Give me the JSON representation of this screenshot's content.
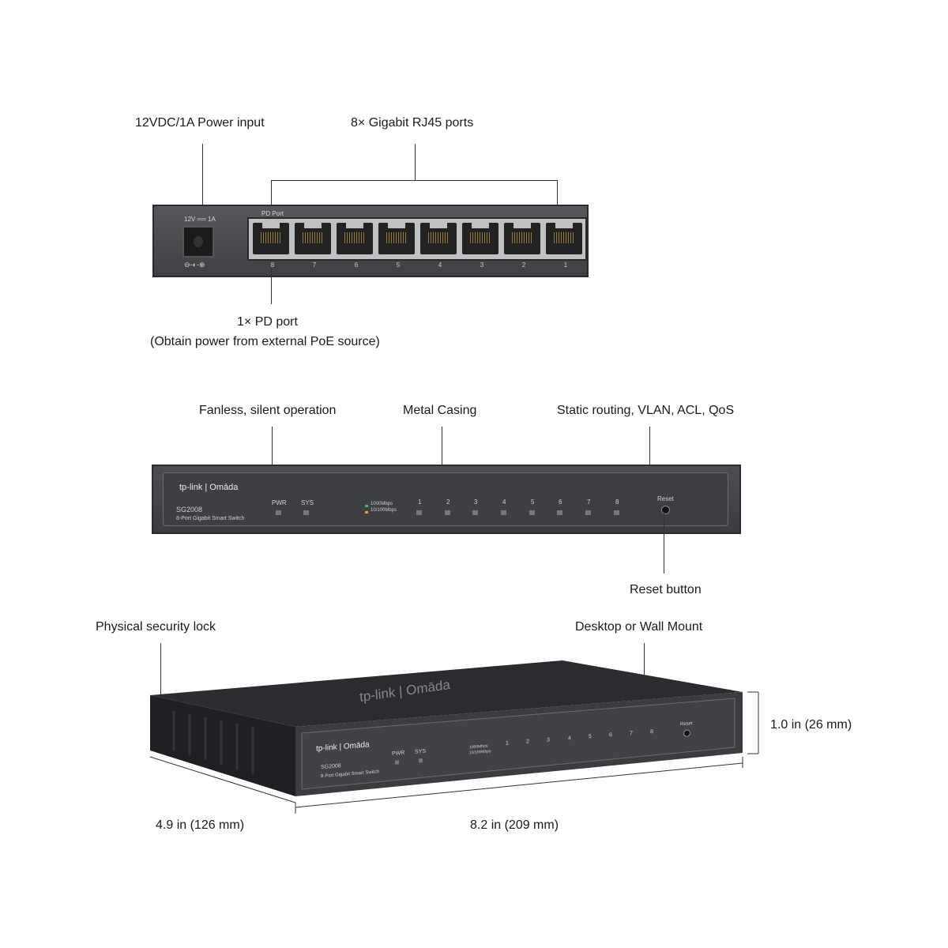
{
  "rear_view": {
    "callouts": {
      "power": "12VDC/1A Power input",
      "ports": "8× Gigabit RJ45 ports",
      "pd_line1": "1× PD port",
      "pd_line2": "(Obtain power from external PoE source)"
    },
    "power_marking": "12V ══ 1A",
    "polarity_symbol": "⊖-◐-⊕",
    "pd_label": "PD Port",
    "port_numbers": [
      "8",
      "7",
      "6",
      "5",
      "4",
      "3",
      "2",
      "1"
    ]
  },
  "front_view": {
    "callouts": {
      "fanless": "Fanless, silent operation",
      "metal": "Metal Casing",
      "features": "Static routing, VLAN, ACL, QoS",
      "reset": "Reset button"
    },
    "logo": "tp-link | Omāda",
    "model": "SG2008",
    "description": "8-Port Gigabit Smart Switch",
    "pwr": "PWR",
    "sys": "SYS",
    "legend_1000": "1000Mbps",
    "legend_10_100": "10/100Mbps",
    "port_numbers": [
      "1",
      "2",
      "3",
      "4",
      "5",
      "6",
      "7",
      "8"
    ],
    "reset": "Reset",
    "colors": {
      "led_1000": "#3fbf3f",
      "led_10_100": "#f0a020"
    }
  },
  "iso_view": {
    "callouts": {
      "lock": "Physical security lock",
      "mount": "Desktop or Wall Mount"
    },
    "dimensions": {
      "height": "1.0 in (26 mm)",
      "depth": "4.9 in (126 mm)",
      "width": "8.2 in (209 mm)"
    },
    "top_logo": "tp-link | Omāda"
  }
}
